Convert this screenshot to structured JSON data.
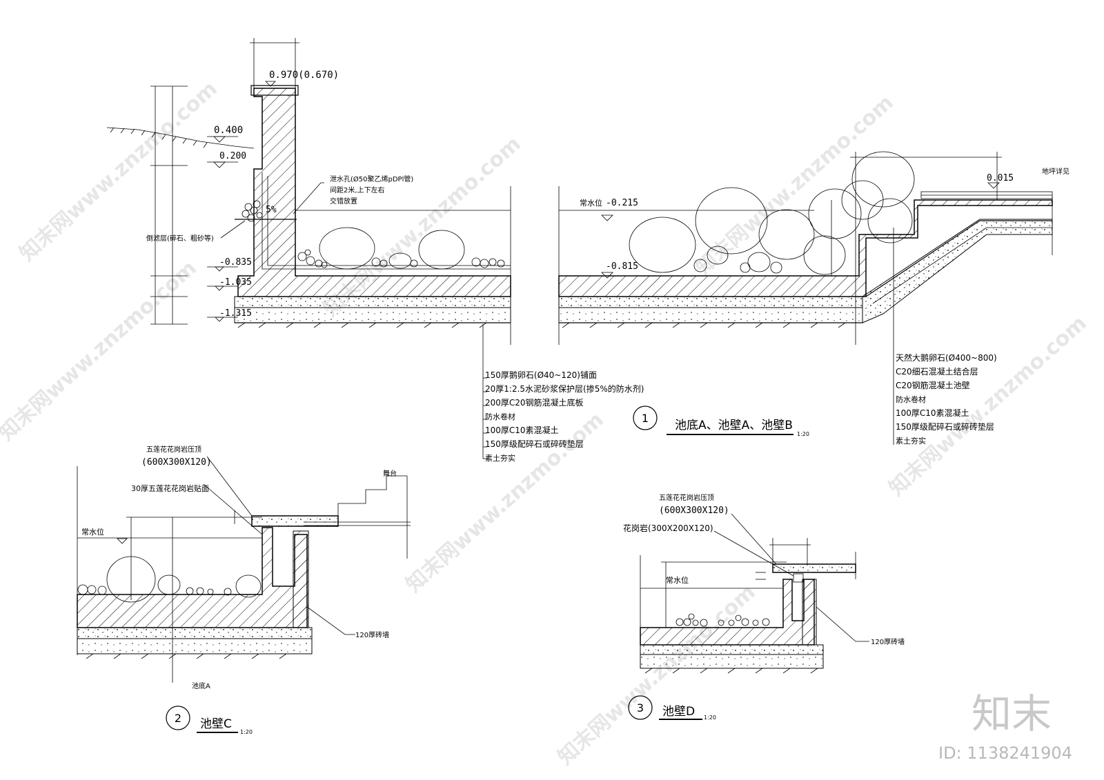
{
  "elevations": {
    "wall_top": "0.970(0.670)",
    "ground_upper": "0.400",
    "ground_lower": "0.200",
    "slope": "5%",
    "bottom_a": "-0.835",
    "bottom_b": "-1.035",
    "bottom_c": "-1.315",
    "normal_water": "-0.215",
    "pool_bottom_b": "-0.815",
    "right_top": "0.015"
  },
  "labels": {
    "drain_hole_1": "泄水孔(Ø50聚乙烯pDPl管)",
    "drain_hole_2": "间距2米,上下左右",
    "drain_hole_3": "交错放置",
    "filter_layer": "倒滤层(碎石、粗砂等)",
    "normal_water_label": "常水位",
    "see_paving": "地坪详见",
    "stage": "舞台",
    "brick_wall_c": "120厚砖墙",
    "brick_wall_d": "120厚砖墙",
    "pool_bottom_a_ref": "池底A"
  },
  "layers_a": [
    "150厚鹅卵石(Ø40~120)铺面",
    "20厚1:2.5水泥砂浆保护层(掺5%的防水剂)",
    "200厚C20钢筋混凝土底板",
    "防水卷材",
    "100厚C10素混凝土",
    "150厚级配碎石或碎砖垫层",
    "素土夯实"
  ],
  "layers_b": [
    "天然大鹅卵石(Ø400~800)",
    "C20细石混凝土结合层",
    "C20钢筋混凝土池壁",
    "防水卷材",
    "100厚C10素混凝土",
    "150厚级配碎石或碎砖垫层",
    "素土夯实"
  ],
  "detail_c": {
    "coping": "五莲花花岗岩压顶",
    "coping_size": "(600X300X120)",
    "facing": "30厚五莲花花岗岩贴面",
    "water": "常水位"
  },
  "detail_d": {
    "coping": "五莲花花岗岩压顶",
    "coping_size": "(600X300X120)",
    "granite": "花岗岩(300X200X120)",
    "water": "常水位"
  },
  "titles": {
    "t1_num": "1",
    "t1_name": "池底A、池壁A、池壁B",
    "t1_scale": "1:20",
    "t2_num": "2",
    "t2_name": "池壁C",
    "t2_scale": "1:20",
    "t3_num": "3",
    "t3_name": "池壁D",
    "t3_scale": "1:20"
  },
  "watermark": {
    "site": "知末网www.znzmo.com",
    "logo": "知末",
    "id": "ID: 1138241904"
  }
}
